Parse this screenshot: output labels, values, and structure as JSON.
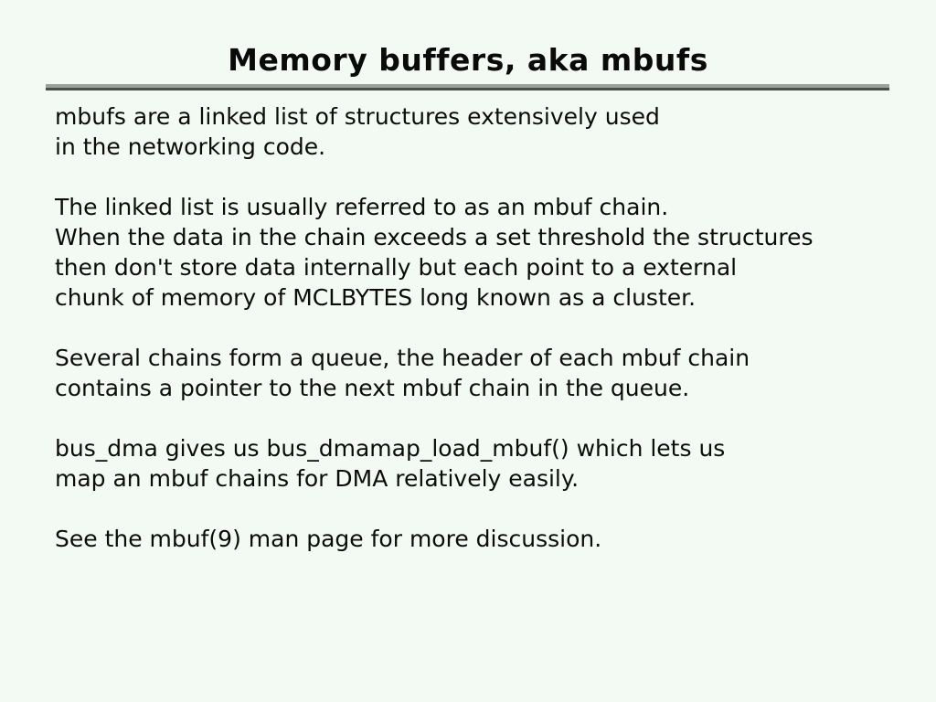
{
  "slide": {
    "title": "Memory buffers, aka mbufs",
    "paragraphs": [
      "mbufs are a linked list of structures extensively used\nin the networking code.",
      "The linked list is usually referred to as an mbuf chain.\nWhen the data in the chain exceeds a set threshold the structures\nthen don't store data internally but each point to a external\nchunk of memory of MCLBYTES long known as a cluster.",
      "Several chains form a queue, the header of each mbuf chain\ncontains a pointer to the next mbuf chain in the queue.",
      "bus_dma gives us bus_dmamap_load_mbuf() which lets us\nmap an mbuf chains for DMA relatively easily.",
      "See the mbuf(9) man page for more discussion."
    ],
    "colors": {
      "background": "#f3f9f3",
      "text": "#0c0c0c",
      "rule_top": "#9ba29b",
      "rule_bottom": "#4a4f4a"
    }
  }
}
